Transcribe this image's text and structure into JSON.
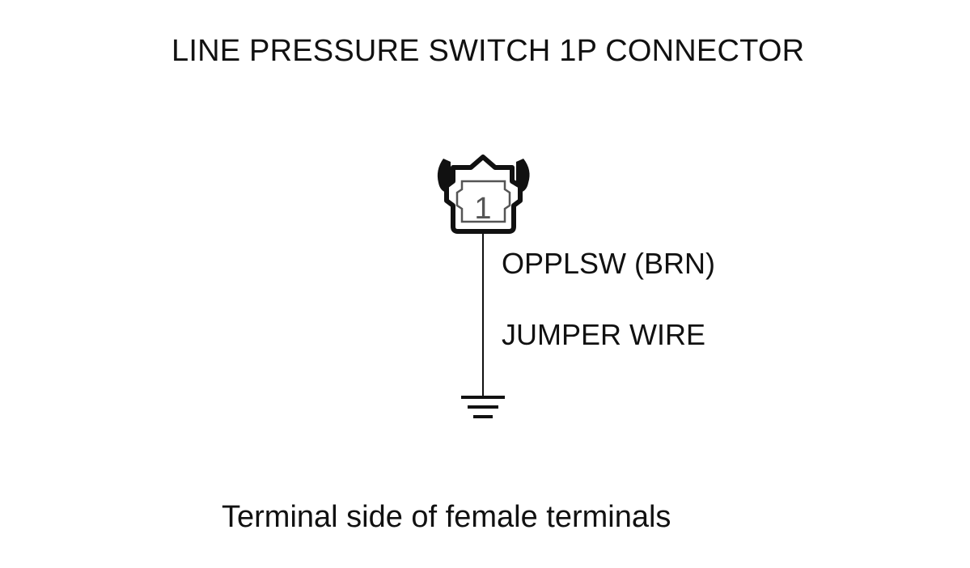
{
  "diagram": {
    "title": "LINE PRESSURE SWITCH 1P CONNECTOR",
    "connector": {
      "terminal_number": "1",
      "icon": "connector-1p-icon"
    },
    "wire_label": "OPPLSW (BRN)",
    "jumper_label": "JUMPER WIRE",
    "ground_icon": "ground-symbol-icon",
    "caption": "Terminal side of female terminals"
  },
  "colors": {
    "ink": "#111111",
    "background": "#ffffff",
    "terminal_text": "#555555"
  }
}
